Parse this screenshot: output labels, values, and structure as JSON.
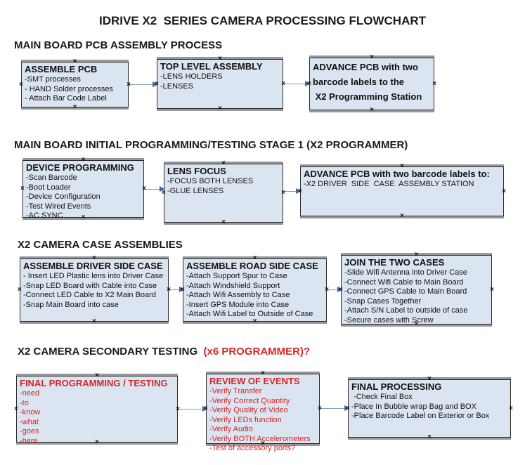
{
  "title": "IDRIVE X2  SERIES CAMERA PROCESSING FLOWCHART",
  "icons": {
    "handle": "×"
  },
  "colors": {
    "box_fill": "#dbe5f1",
    "box_border": "#2b2b2b",
    "box_shadow": "#989898",
    "red_text": "#d42626",
    "arrow_line": "#7f9db9",
    "arrow_head": "#44699d"
  },
  "sections": [
    {
      "heading": "MAIN BOARD PCB ASSEMBLY PROCESS",
      "heading_suffix": "",
      "boxes": [
        {
          "style": "black",
          "title": "ASSEMBLE PCB",
          "items": [
            "-SMT processes",
            "- HAND Solder processes",
            "- Attach Bar Code Label"
          ]
        },
        {
          "style": "black",
          "title": "TOP LEVEL ASSEMBLY",
          "items": [
            "-LENS HOLDERS",
            "-LENSES"
          ]
        },
        {
          "style": "black",
          "title_lines": [
            "ADVANCE PCB with two",
            "barcode labels to the",
            " X2 Programming Station"
          ],
          "items": []
        }
      ]
    },
    {
      "heading": "MAIN BOARD INITIAL PROGRAMMING/TESTING STAGE 1 (X2 PROGRAMMER)",
      "heading_suffix": "",
      "boxes": [
        {
          "style": "black",
          "title": "DEVICE PROGRAMMING",
          "items": [
            "-Scan Barcode",
            "-Boot Loader",
            "-Device Configuration",
            "-Test Wired Events",
            "-AC SYNC"
          ]
        },
        {
          "style": "black",
          "title": "LENS FOCUS",
          "items": [
            "-FOCUS BOTH LENSES",
            "-GLUE LENSES"
          ]
        },
        {
          "style": "black",
          "title": "ADVANCE PCB with two barcode labels to:",
          "items": [
            "-X2 DRIVER  SIDE  CASE  ASSEMBLY STATION"
          ]
        }
      ]
    },
    {
      "heading": "X2 CAMERA CASE ASSEMBLIES",
      "heading_suffix": "",
      "boxes": [
        {
          "style": "black",
          "title": "ASSEMBLE DRIVER SIDE CASE",
          "items": [
            "- Insert LED Plastic lens into Driver Case",
            "-Snap LED Board with Cable into Case",
            "-Connect LED Cable to X2 Main Board",
            "-Snap Main Board into case"
          ]
        },
        {
          "style": "black",
          "title": "ASSEMBLE ROAD SIDE CASE",
          "items": [
            "-Attach Support Spur to Case",
            "-Attach Windshield Support",
            "-Attach Wifi Assembly to Case",
            "-Insert GPS Module into Case",
            "-Attach Wifi Label to Outside of Case"
          ]
        },
        {
          "style": "black",
          "title": "JOIN THE TWO CASES",
          "items": [
            "-Slide Wifi Antenna into Driver Case",
            "-Connect Wifi Cable to Main Board",
            "-Connect GPS Cable to Main Board",
            "-Snap Cases Together",
            "-Attach S/N Label to outside of case",
            "-Secure cases with Screw"
          ]
        }
      ]
    },
    {
      "heading": "X2 CAMERA SECONDARY TESTING  ",
      "heading_suffix": "(x6 PROGRAMMER)?",
      "boxes": [
        {
          "style": "red",
          "title": "FINAL PROGRAMMING / TESTING",
          "items": [
            "-need",
            "-to",
            "-know",
            "-what",
            "-goes",
            "-here"
          ]
        },
        {
          "style": "red",
          "title": "REVIEW OF EVENTS",
          "items": [
            "-Verify Transfer",
            "-Verify Correct Quantity",
            "-Verify Quality of Video",
            "-Verify LEDs function",
            "-Verify Audio",
            "-Verify BOTH Accelerometers",
            "-Test of accessory ports?"
          ]
        },
        {
          "style": "black",
          "title": "FINAL PROCESSING",
          "items": [
            " -Check Final Box",
            "-Place In Bubble wrap Bag and BOX",
            "-Place Barcode Label on Exterior or Box"
          ]
        }
      ]
    }
  ]
}
